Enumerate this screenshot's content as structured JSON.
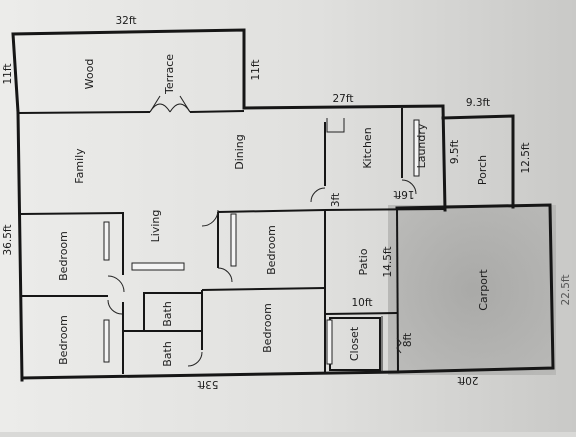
{
  "plan": {
    "rooms": {
      "wood": "Wood",
      "terrace": "Terrace",
      "family": "Family",
      "dining": "Dining",
      "kitchen": "Kitchen",
      "laundry": "Laundry",
      "porch": "Porch",
      "living": "Living",
      "bedroom_top": "Bedroom",
      "bedroom_mid": "Bedroom",
      "bedroom_left": "Bedroom",
      "bedroom_bottom_right": "Bedroom",
      "bath_upper": "Bath",
      "bath_lower": "Bath",
      "patio": "Patio",
      "closet": "Closet",
      "carport": "Carport"
    },
    "dimensions": {
      "top_width": "32ft",
      "terrace_left": "11ft",
      "terrace_right": "11ft",
      "kitchen_width": "27ft",
      "porch_width": "9.3ft",
      "porch_left": "9.5ft",
      "porch_right": "12.5ft",
      "laundry_bottom": "16ft",
      "kitchen_side": "3ft",
      "house_height": "36.5ft",
      "patio_height": "14.5ft",
      "patio_width": "10ft",
      "closet_height": "8ft",
      "bottom_width": "53ft",
      "carport_bottom": "20ft",
      "carport_height": "22.5ft"
    }
  }
}
